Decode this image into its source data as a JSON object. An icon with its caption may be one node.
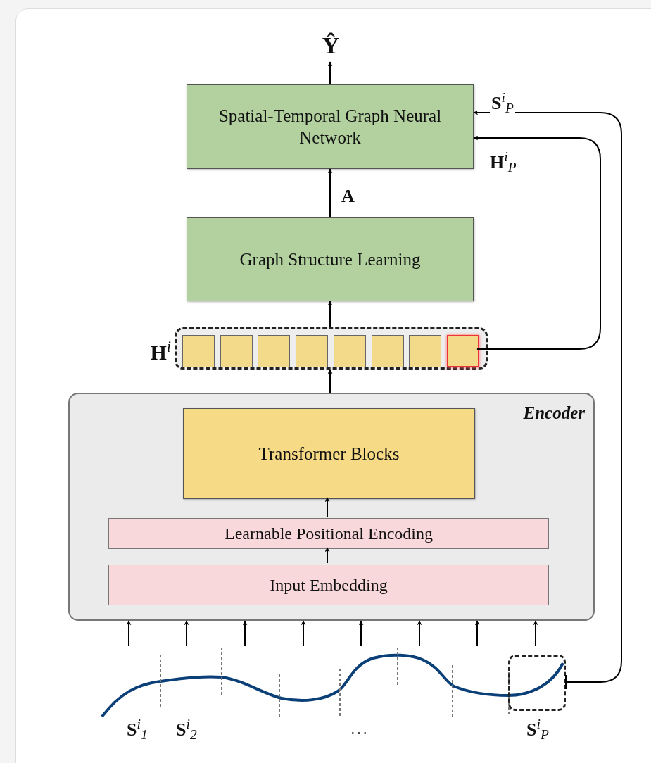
{
  "diagram": {
    "nodes": [
      {
        "text": [
          "Ŷ"
        ]
      },
      {
        "text": [
          "Spatial-Temporal Graph Neural Network"
        ]
      },
      {
        "text": [
          "Graph Structure Learning"
        ]
      },
      {
        "text": [
          "**H**$^{i}$"
        ]
      },
      {
        "text": [],
        "shape": "box",
        "in": 3
      },
      {
        "text": [],
        "shape": "box",
        "in": 3
      },
      {
        "text": [],
        "shape": "box",
        "in": 3
      },
      {
        "text": [],
        "shape": "box",
        "in": 3
      },
      {
        "text": [],
        "shape": "box",
        "in": 3
      },
      {
        "text": [],
        "shape": "box",
        "in": 3
      },
      {
        "text": [],
        "shape": "box",
        "in": 3
      },
      {
        "text": [],
        "shape": "box",
        "in": 3
      },
      {
        "text": [
          "Encoder"
        ]
      },
      {
        "text": [
          "Transformer Blocks"
        ],
        "in": 12
      },
      {
        "text": [
          "Learnable Positional Encoding"
        ],
        "in": 12
      },
      {
        "text": [
          "Input Embedding"
        ],
        "in": 12
      },
      {
        "text": [],
        "shape": "curve"
      },
      {
        "text": [],
        "shape": "box",
        "in": 16
      }
    ],
    "edges": [
      {
        "from": 1,
        "to": 0,
        "arrow": "to"
      },
      {
        "from": 2,
        "to": 1,
        "arrow": "to",
        "label": "**A**"
      },
      {
        "from": 3,
        "to": 2,
        "arrow": "to"
      },
      {
        "from": 12,
        "to": 3,
        "arrow": "to"
      },
      {
        "from": 14,
        "to": 13,
        "arrow": "to"
      },
      {
        "from": 15,
        "to": 14,
        "arrow": "to"
      },
      {
        "from": 11,
        "to": 1,
        "arrow": "to",
        "label": "**H**$^{i}$$_{P}$"
      },
      {
        "from": 17,
        "to": 1,
        "arrow": "to",
        "label": "**S**$^{i}$$_{P}$"
      },
      {
        "from": 16,
        "to": 12,
        "arrow": "to"
      },
      {
        "from": 16,
        "to": 12,
        "arrow": "to"
      },
      {
        "from": 16,
        "to": 12,
        "arrow": "to"
      },
      {
        "from": 16,
        "to": 12,
        "arrow": "to"
      },
      {
        "from": 16,
        "to": 12,
        "arrow": "to"
      },
      {
        "from": 16,
        "to": 12,
        "arrow": "to"
      },
      {
        "from": 16,
        "to": 12,
        "arrow": "to"
      },
      {
        "from": 16,
        "to": 12,
        "arrow": "to"
      }
    ],
    "labels": [
      "**S**$^{i}$$_{1}$",
      "**S**$^{i}$$_{2}$",
      "…",
      "**S**$^{i}$$_{P}$"
    ]
  }
}
